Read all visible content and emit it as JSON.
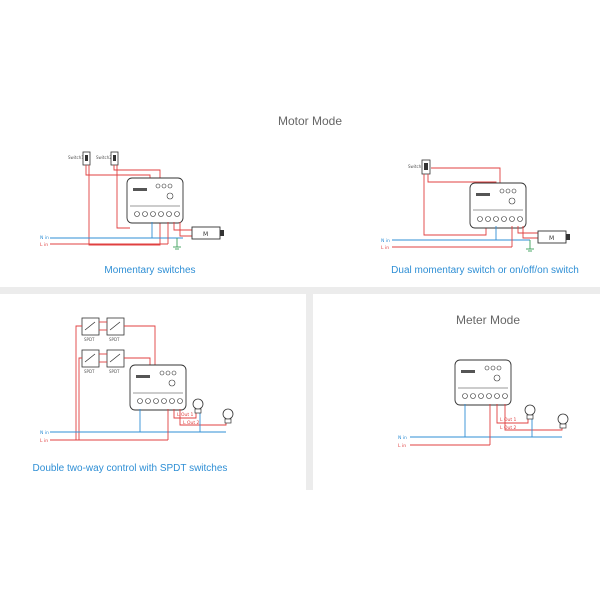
{
  "sections": {
    "motor_mode_title": "Motor Mode",
    "meter_mode_title": "Meter Mode"
  },
  "diagrams": {
    "momentary": {
      "caption": "Momentary switches",
      "switch_a": "Switch1",
      "switch_b": "Switch2",
      "n_in": "N in",
      "l_in": "L in",
      "motor": "M"
    },
    "dual_momentary": {
      "caption": "Dual momentary switch or on/off/on switch",
      "switch": "Switch",
      "n_in": "N in",
      "l_in": "L in",
      "motor": "M"
    },
    "spdt": {
      "caption": "Double two-way control with SPDT switches",
      "spdt_labels": [
        "SPDT",
        "SPDT",
        "SPDT",
        "SPDT"
      ],
      "n_in": "N in",
      "l_in": "L in",
      "l_out1": "L Out 1",
      "l_out2": "L Out 2"
    },
    "meter": {
      "n_in": "N in",
      "l_in": "L in",
      "l_out1": "L Out 1",
      "l_out2": "L Out 2"
    }
  },
  "colors": {
    "neutral_wire": "#2f8fd5",
    "live_wire": "#e04040",
    "caption": "#2f8fd5",
    "title": "#666666",
    "ground": "#3aa05a"
  }
}
